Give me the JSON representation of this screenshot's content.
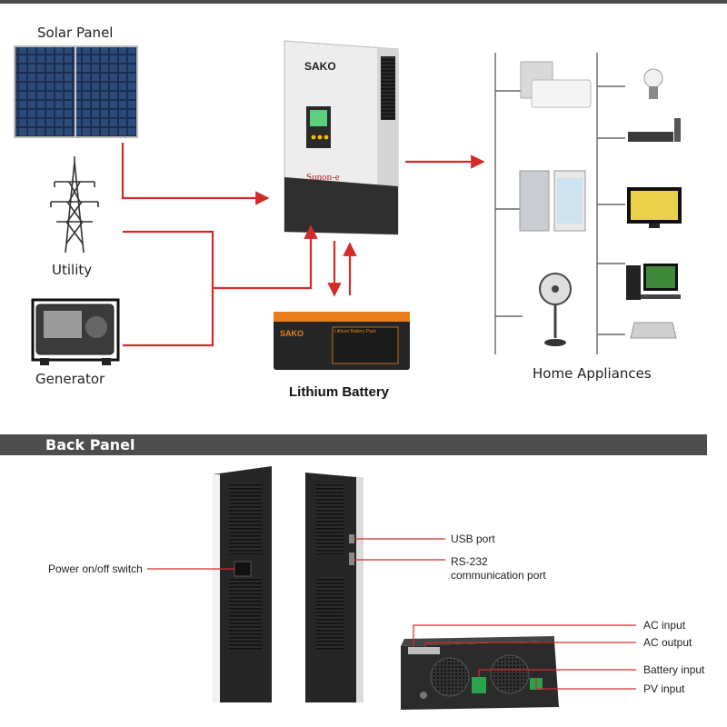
{
  "diagram": {
    "sources": {
      "solar": "Solar Panel",
      "utility": "Utility",
      "generator": "Generator"
    },
    "inverter": {
      "brand": "SAKO",
      "model": "Sunon-e"
    },
    "battery": {
      "label": "Lithium Battery",
      "brand": "SAKO",
      "panel_text": "Lithium Battery Pack"
    },
    "loads": {
      "label": "Home Appliances"
    },
    "colors": {
      "arrow": "#d42a2a",
      "inverter_body": "#eeeeee",
      "inverter_base": "#2f2f2f",
      "battery": "#e87f1c",
      "section_bar": "#4d4d4d"
    }
  },
  "back_panel": {
    "title": "Back Panel",
    "labels": {
      "power_switch": "Power on/off switch",
      "usb": "USB port",
      "rs232_line1": "RS-232",
      "rs232_line2": "communication port",
      "ac_input": "AC input",
      "ac_output": "AC output",
      "battery_input": "Battery input",
      "pv_input": "PV input"
    }
  }
}
